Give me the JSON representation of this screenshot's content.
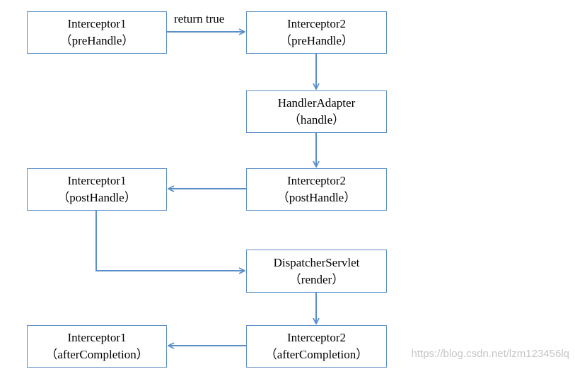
{
  "nodes": {
    "i1_pre": {
      "name": "Interceptor1",
      "method": "（preHandle）"
    },
    "i2_pre": {
      "name": "Interceptor2",
      "method": "（preHandle）"
    },
    "adapter": {
      "name": "HandlerAdapter",
      "method": "（handle）"
    },
    "i2_post": {
      "name": "Interceptor2",
      "method": "（postHandle）"
    },
    "i1_post": {
      "name": "Interceptor1",
      "method": "（postHandle）"
    },
    "dispatch": {
      "name": "DispatcherServlet",
      "method": "（render）"
    },
    "i2_after": {
      "name": "Interceptor2",
      "method": "（afterCompletion）"
    },
    "i1_after": {
      "name": "Interceptor1",
      "method": "（afterCompletion）"
    }
  },
  "edges": {
    "e1_label": "return true"
  },
  "watermark": "https://blog.csdn.net/lzm123456lq",
  "colors": {
    "line": "#5b8fc9",
    "border": "#5b8fc9"
  }
}
